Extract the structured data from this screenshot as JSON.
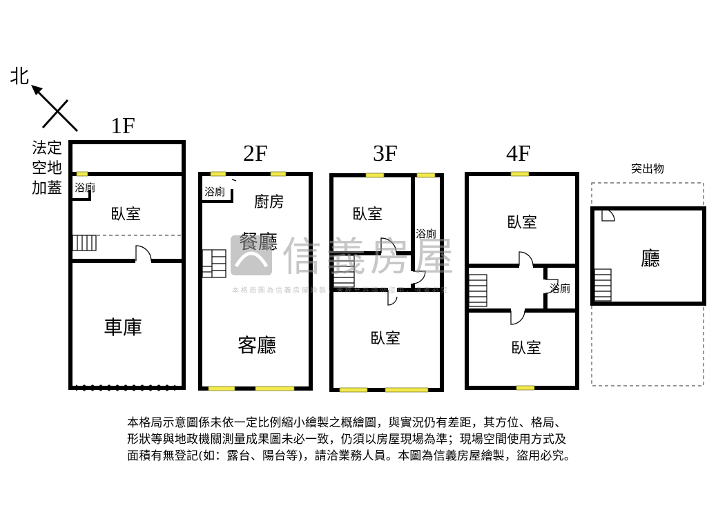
{
  "compass": {
    "label": "北"
  },
  "floors": {
    "f1": {
      "title": "1F",
      "annex_label": [
        "法定",
        "空地",
        "加蓋"
      ],
      "rooms": {
        "bath": "浴廁",
        "bedroom": "臥室",
        "garage": "車庫"
      }
    },
    "f2": {
      "title": "2F",
      "rooms": {
        "bath": "浴廁",
        "kitchen": "廚房",
        "dining": "餐廳",
        "living": "客廳"
      }
    },
    "f3": {
      "title": "3F",
      "rooms": {
        "bedroom_top": "臥室",
        "bath": "浴廁",
        "bedroom_bottom": "臥室"
      }
    },
    "f4": {
      "title": "4F",
      "rooms": {
        "bedroom_top": "臥室",
        "bath": "浴廁",
        "bedroom_bottom": "臥室"
      }
    },
    "protrusion": {
      "title": "突出物",
      "rooms": {
        "hall": "廳"
      }
    }
  },
  "watermark": {
    "brand": "信義房屋",
    "notice": "本格局圖為信義房屋繪製，未經允許請勿盜用，違者必究"
  },
  "disclaimer": [
    "本格局示意圖係未依一定比例縮小繪製之概繪圖，與實況仍有差距，其方位、格局、",
    "形狀等與地政機關測量成果圖未必一致，仍須以房屋現場為準；現場空間使用方式及",
    "面積有無登記(如：露台、陽台等)，請洽業務人員。本圖為信義房屋繪製，盜用必究。"
  ],
  "colors": {
    "wall": "#000000",
    "window": "#f2e94e",
    "watermark": "#9a9a9a"
  }
}
